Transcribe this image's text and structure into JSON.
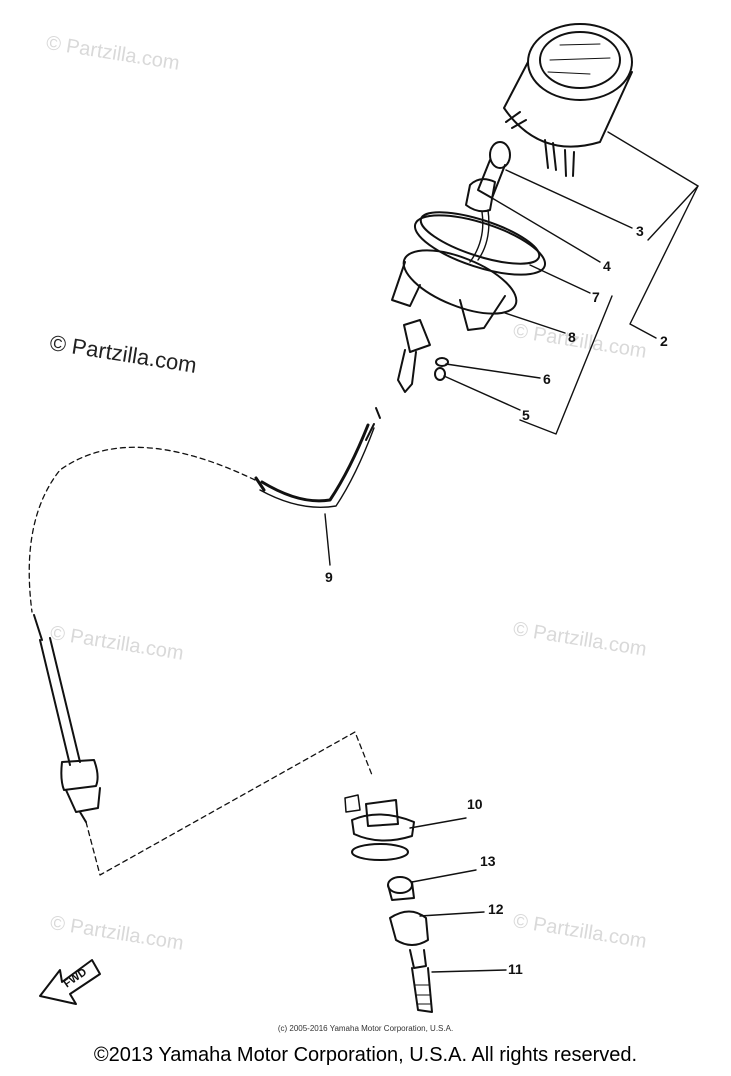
{
  "watermarks": {
    "text": "© Partzilla.com"
  },
  "callouts": [
    "3",
    "4",
    "7",
    "2",
    "8",
    "6",
    "5",
    "9",
    "10",
    "13",
    "12",
    "11"
  ],
  "fwd_arrow": {
    "label": "FWD"
  },
  "small_copyright": "(c) 2005-2016 Yamaha Motor Corporation, U.S.A.",
  "footer_copyright": "©2013 Yamaha Motor Corporation, U.S.A. All rights reserved."
}
